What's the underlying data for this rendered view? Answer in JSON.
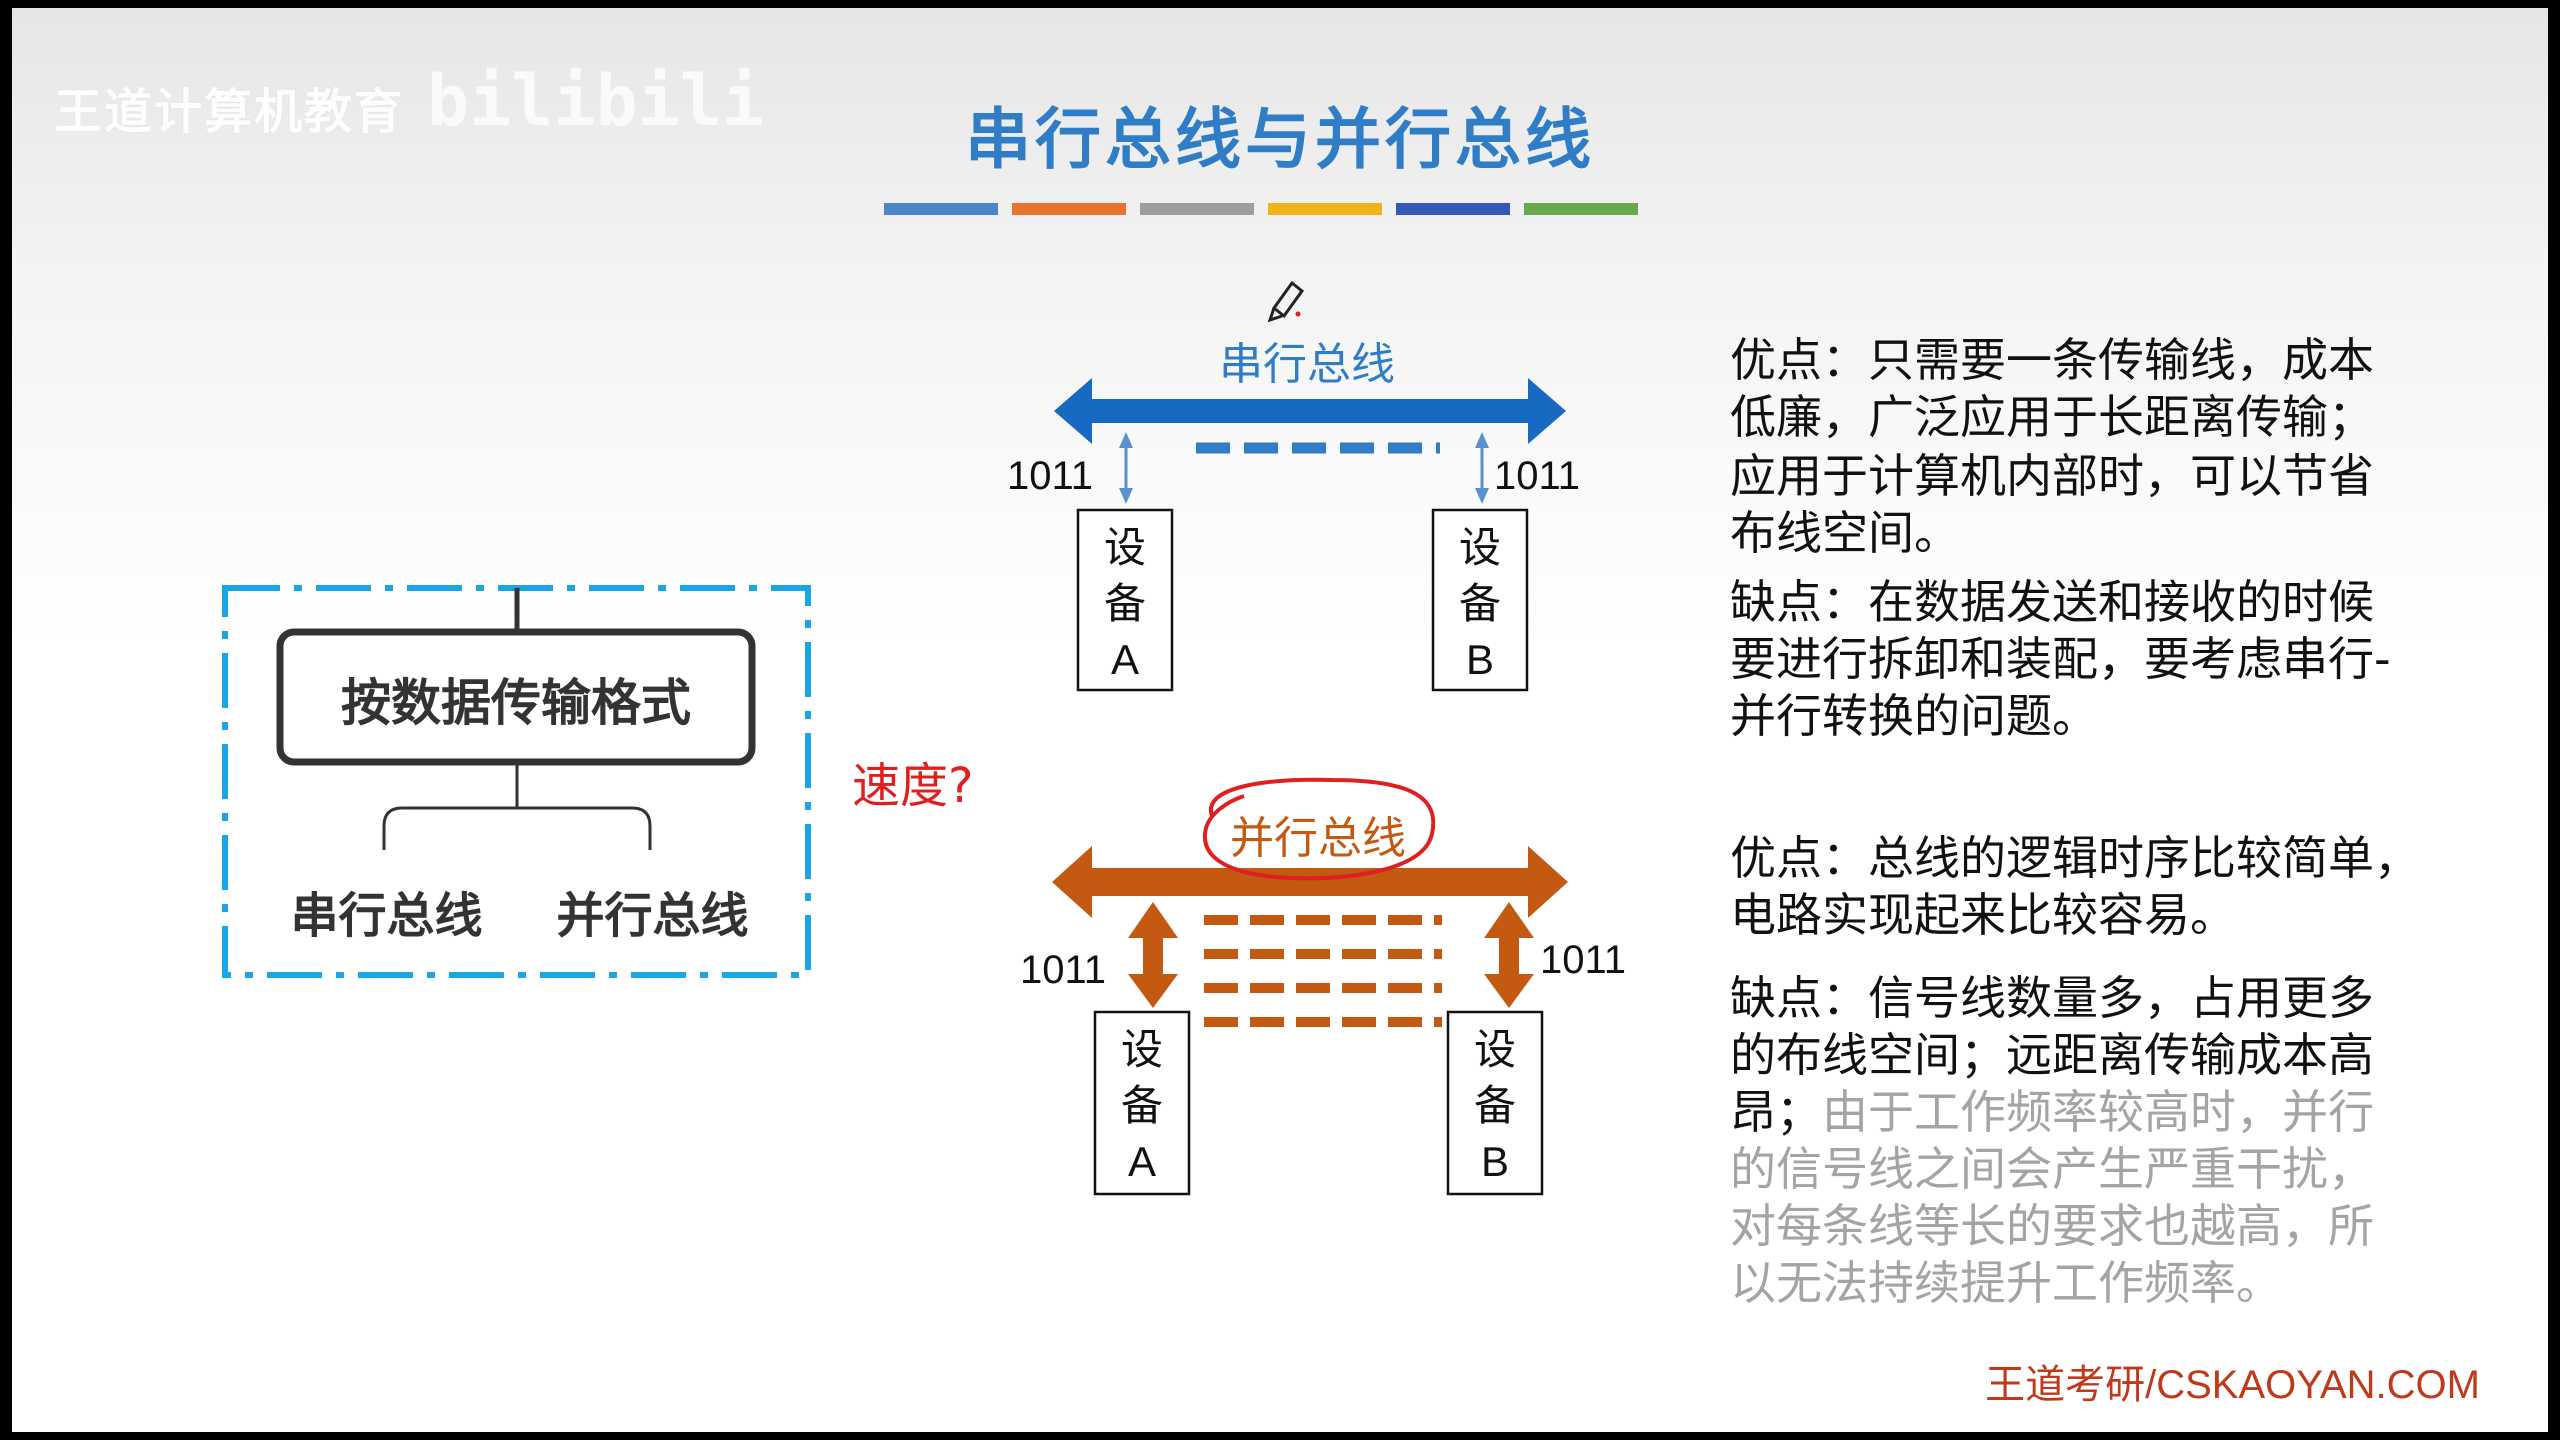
{
  "watermark": {
    "text": "王道计算机教育",
    "logo": "bilibili"
  },
  "title": "串行总线与并行总线",
  "colors": {
    "title_blue": "#2e7dc6",
    "serial_blue": "#1769c1",
    "parallel_orange": "#c45911",
    "dash_blue": "#00a0e0",
    "annotation_red": "#e02020"
  },
  "title_bar_colors": [
    "#4a86c8",
    "#e8732c",
    "#9e9e9e",
    "#f0b418",
    "#3558b8",
    "#6aa84f"
  ],
  "classification": {
    "root": "按数据传输格式",
    "children": [
      "串行总线",
      "并行总线"
    ]
  },
  "speed_label": "速度?",
  "serial": {
    "label": "串行总线",
    "left_data": "1011",
    "right_data": "1011",
    "device_a": [
      "设",
      "备",
      "A"
    ],
    "device_b": [
      "设",
      "备",
      "B"
    ],
    "advantage": [
      "优点：只需要一条传输线，成本",
      "低廉，广泛应用于长距离传输；"
    ],
    "advantage2": [
      "应用于计算机内部时，可以节省",
      "布线空间。"
    ],
    "disadvantage": [
      "缺点：在数据发送和接收的时候",
      "要进行拆卸和装配，要考虑串行-",
      "并行转换的问题。"
    ]
  },
  "parallel": {
    "label": "并行总线",
    "left_data": "1011",
    "right_data": "1011",
    "device_a": [
      "设",
      "备",
      "A"
    ],
    "device_b": [
      "设",
      "备",
      "B"
    ],
    "advantage": [
      "优点：总线的逻辑时序比较简单，",
      "电路实现起来比较容易。"
    ],
    "disadvantage_line1": "缺点：信号线数量多，占用更多",
    "disadvantage_line2": "的布线空间；远距离传输成本高",
    "disadvantage_line3_dark": "昂；",
    "disadvantage_line3_gray": "由于工作频率较高时，并行",
    "disadvantage_gray": [
      "的信号线之间会产生严重干扰，",
      "对每条线等长的要求也越高，所",
      "以无法持续提升工作频率。"
    ]
  },
  "footer": "王道考研/CSKAOYAN.COM",
  "icons": {
    "pen": "pen-cursor-icon"
  }
}
